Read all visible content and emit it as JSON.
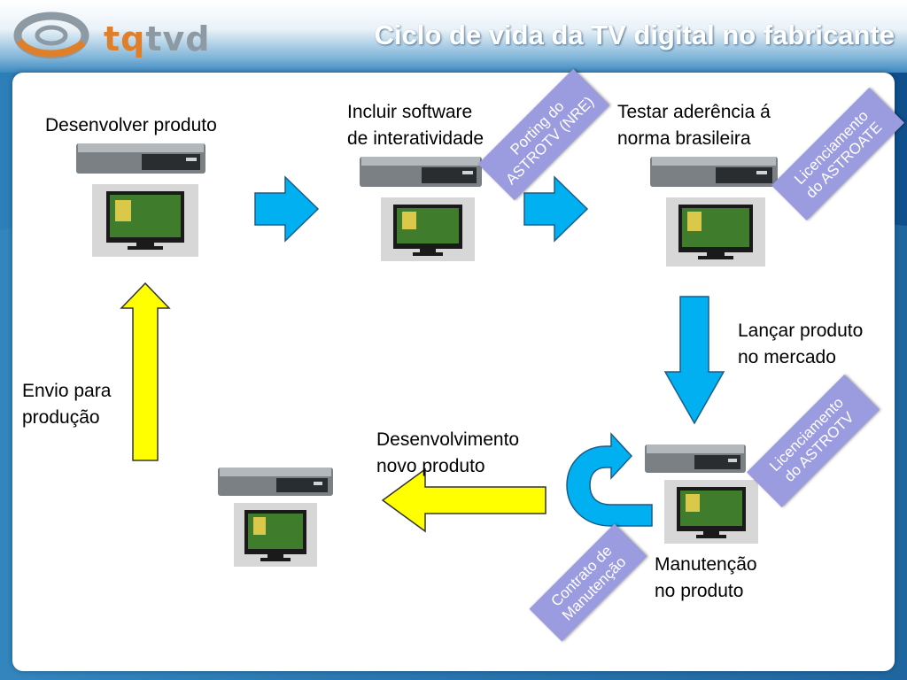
{
  "header": {
    "logo": {
      "part1": "tq",
      "part2": "tvd"
    },
    "title": "Ciclo de vida da TV digital no fabricante"
  },
  "steps": {
    "develop": "Desenvolver produto",
    "include_line1": "Incluir software",
    "include_line2": "de interatividade",
    "test_line1": "Testar aderência á",
    "test_line2": "norma brasileira",
    "launch_line1": "Lançar produto",
    "launch_line2": "no mercado",
    "new_dev_line1": "Desenvolvimento",
    "new_dev_line2": "novo produto",
    "maintenance_line1": "Manutenção",
    "maintenance_line2": "no produto",
    "send_line1": "Envio para",
    "send_line2": "produção"
  },
  "stamps": {
    "porting_line1": "Porting do",
    "porting_line2": "ASTROTV (NRE)",
    "lic_astroate_line1": "Licenciamento",
    "lic_astroate_line2": "do ASTROATE",
    "lic_astrotv_line1": "Licenciamento",
    "lic_astrotv_line2": "do ASTROTV",
    "contract_line1": "Contrato de",
    "contract_line2": "Manutenção"
  },
  "colors": {
    "arrow_blue": "#00b0f0",
    "arrow_yellow": "#ffff00",
    "stamp_purple": "#9b9be0",
    "logo_orange": "#e07f2a"
  }
}
